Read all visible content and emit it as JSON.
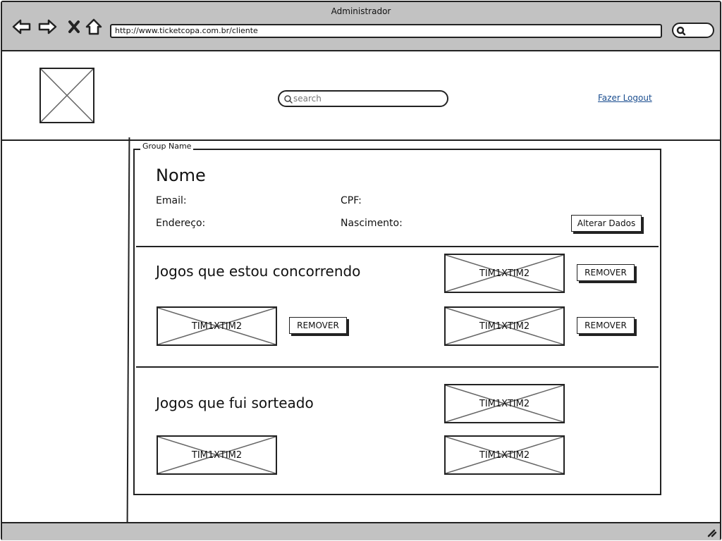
{
  "browser": {
    "title": "Administrador",
    "url": "http://www.ticketcopa.com.br/cliente",
    "nav_icons": [
      "back-arrow-icon",
      "forward-arrow-icon",
      "close-icon",
      "home-icon"
    ]
  },
  "header": {
    "search_placeholder": "search",
    "logout_label": "Fazer Logout"
  },
  "group": {
    "label": "Group Name",
    "name_heading": "Nome",
    "fields": {
      "email": "Email:",
      "cpf": "CPF:",
      "endereco": "Endereço:",
      "nascimento": "Nascimento:"
    },
    "edit_button": "Alterar Dados"
  },
  "competing": {
    "title": "Jogos que estou concorrendo",
    "games": [
      {
        "label": "TIM1XTIM2",
        "remove_label": "REMOVER"
      },
      {
        "label": "TIM1XTIM2",
        "remove_label": "REMOVER"
      },
      {
        "label": "TIM1XTIM2",
        "remove_label": "REMOVER"
      }
    ]
  },
  "drawn": {
    "title": "Jogos que fui sorteado",
    "games": [
      {
        "label": "TIM1XTIM2"
      },
      {
        "label": "TIM1XTIM2"
      },
      {
        "label": "TIM1XTIM2"
      }
    ]
  }
}
